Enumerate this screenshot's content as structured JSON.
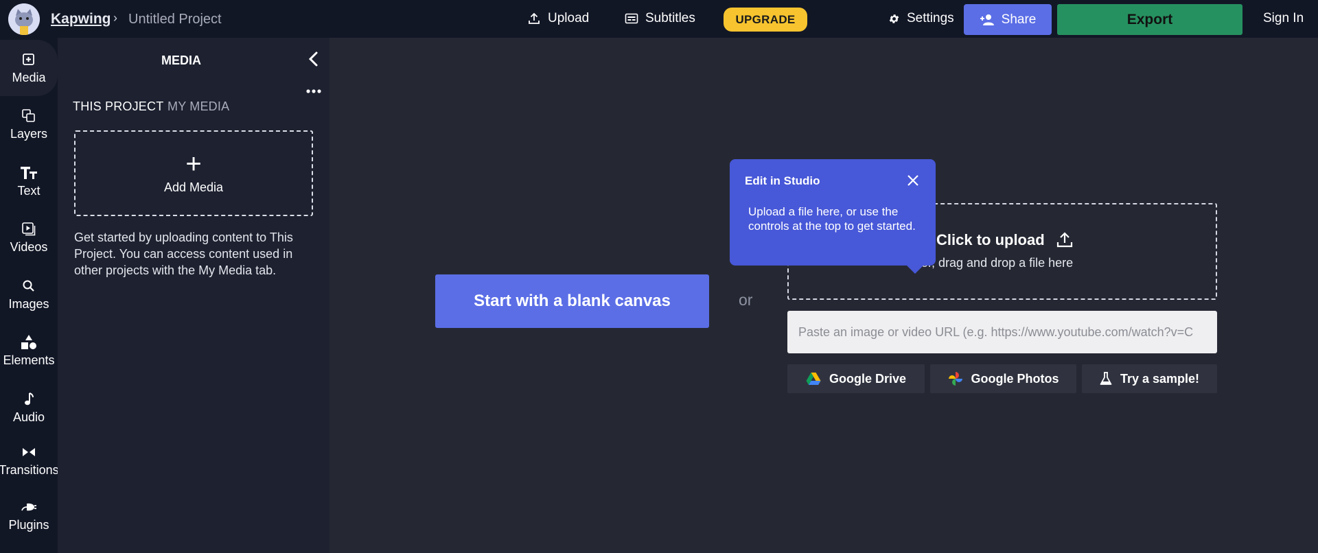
{
  "header": {
    "brand": "Kapwing",
    "breadcrumb_separator": "›",
    "project_name": "Untitled Project",
    "upload_label": "Upload",
    "subtitles_label": "Subtitles",
    "upgrade_label": "UPGRADE",
    "settings_label": "Settings",
    "share_label": "Share",
    "export_label": "Export",
    "signin_label": "Sign In"
  },
  "rail": {
    "items": [
      {
        "label": "Media",
        "icon": "plus-square-icon",
        "active": true
      },
      {
        "label": "Layers",
        "icon": "layers-icon"
      },
      {
        "label": "Text",
        "icon": "text-icon"
      },
      {
        "label": "Videos",
        "icon": "video-icon"
      },
      {
        "label": "Images",
        "icon": "search-icon"
      },
      {
        "label": "Elements",
        "icon": "shapes-icon"
      },
      {
        "label": "Audio",
        "icon": "music-note-icon"
      },
      {
        "label": "Transitions",
        "icon": "transition-icon"
      },
      {
        "label": "Plugins",
        "icon": "plug-icon"
      }
    ]
  },
  "panel": {
    "title": "MEDIA",
    "tab_project": "THIS PROJECT",
    "tab_mymedia": "MY MEDIA",
    "add_media_symbol": "+",
    "add_media_label": "Add Media",
    "help_text": "Get started by uploading content to This Project. You can access content used in other projects with the My Media tab."
  },
  "canvas": {
    "blank_canvas_label": "Start with a blank canvas",
    "or_label": "or",
    "upload_title": "Click to upload",
    "upload_subtitle": "or, drag and drop a file here",
    "url_placeholder": "Paste an image or video URL (e.g. https://www.youtube.com/watch?v=C",
    "google_drive_label": "Google Drive",
    "google_photos_label": "Google Photos",
    "try_sample_label": "Try a sample!"
  },
  "tooltip": {
    "title": "Edit in Studio",
    "body": "Upload a file here, or use the controls at the top to get started."
  },
  "colors": {
    "accent": "#5b6ee6",
    "export": "#269160",
    "upgrade": "#f7c42f",
    "tooltip": "#4758d8",
    "topbar": "#121726",
    "canvas": "#252833"
  }
}
